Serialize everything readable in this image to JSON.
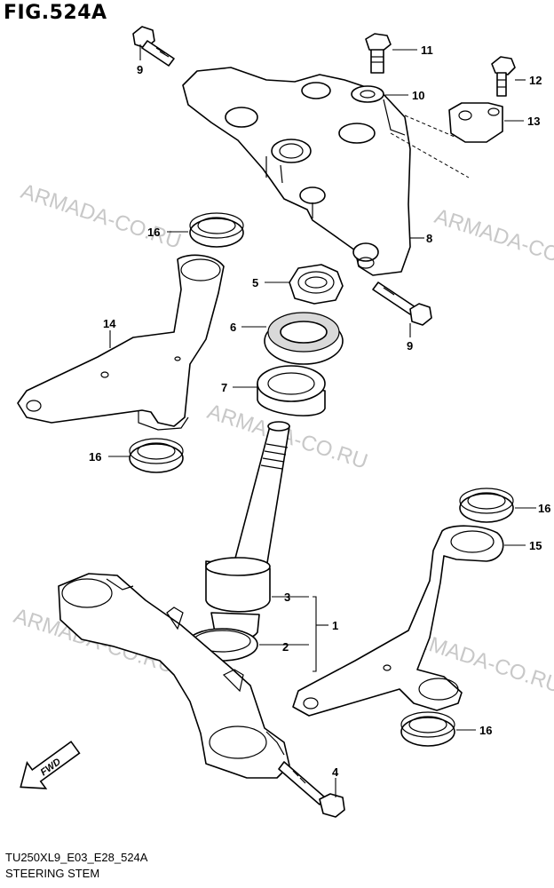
{
  "figure": {
    "title": "FIG.524A",
    "code": "TU250XL9_E03_E28_524A",
    "name": "STEERING STEM"
  },
  "watermark": [
    "ARMADA-CO.RU",
    "ARMADA-CO.RU",
    "ARMADA-CO.RU",
    "ARMADA-CO.RU",
    "ARMADA-CO.RU"
  ],
  "callouts": [
    "1",
    "2",
    "3",
    "4",
    "5",
    "6",
    "7",
    "8",
    "9",
    "9",
    "10",
    "11",
    "12",
    "13",
    "14",
    "15",
    "16",
    "16",
    "16",
    "16"
  ],
  "direction_arrow": {
    "label": "FWD",
    "icon": "fwd-arrow-icon"
  }
}
